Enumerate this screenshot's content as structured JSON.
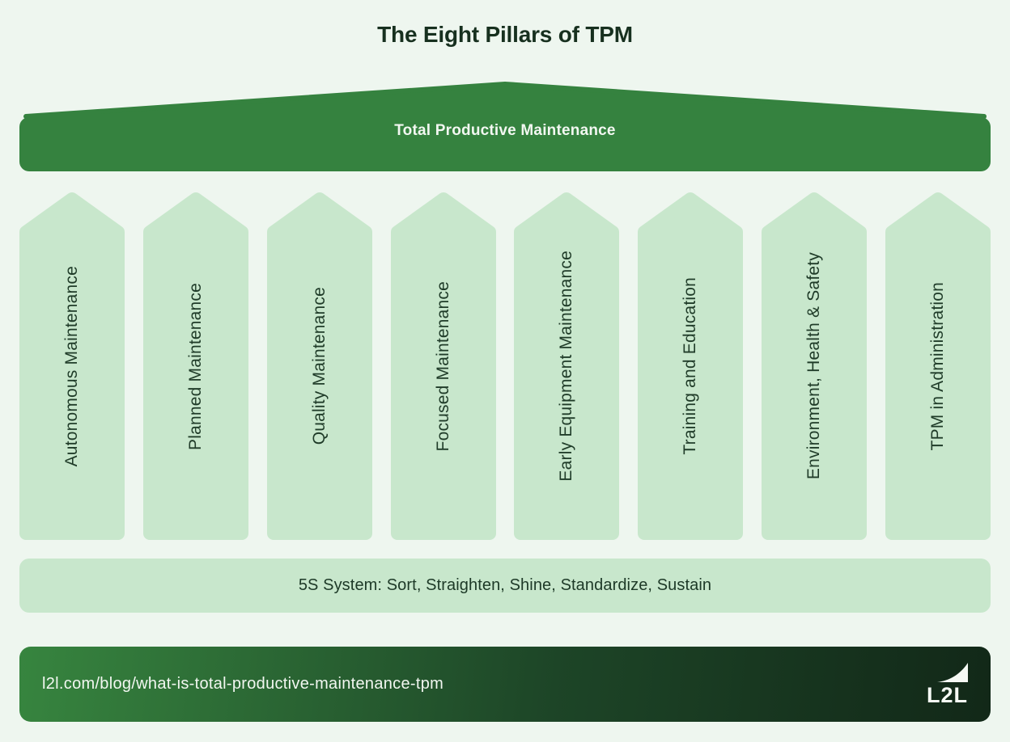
{
  "title": "The Eight Pillars of TPM",
  "banner": {
    "label": "Total Productive Maintenance"
  },
  "pillars": [
    {
      "label": "Autonomous Maintenance"
    },
    {
      "label": "Planned Maintenance"
    },
    {
      "label": "Quality Maintenance"
    },
    {
      "label": "Focused Maintenance"
    },
    {
      "label": "Early Equipment Maintenance"
    },
    {
      "label": "Training and Education"
    },
    {
      "label": "Environment, Health & Safety"
    },
    {
      "label": "TPM in Administration"
    }
  ],
  "foundation": {
    "label": "5S System: Sort, Straighten, Shine, Standardize, Sustain"
  },
  "footer": {
    "url": "l2l.com/blog/what-is-total-productive-maintenance-tpm",
    "logo_text": "L2L"
  },
  "colors": {
    "background": "#eef6ef",
    "roof_green": "#35823f",
    "pillar_green": "#c8e7cc",
    "text_dark_green": "#1f3b28",
    "text_light": "#f2f7f1",
    "footer_gradient_start": "#37853f",
    "footer_gradient_end": "#122818"
  }
}
